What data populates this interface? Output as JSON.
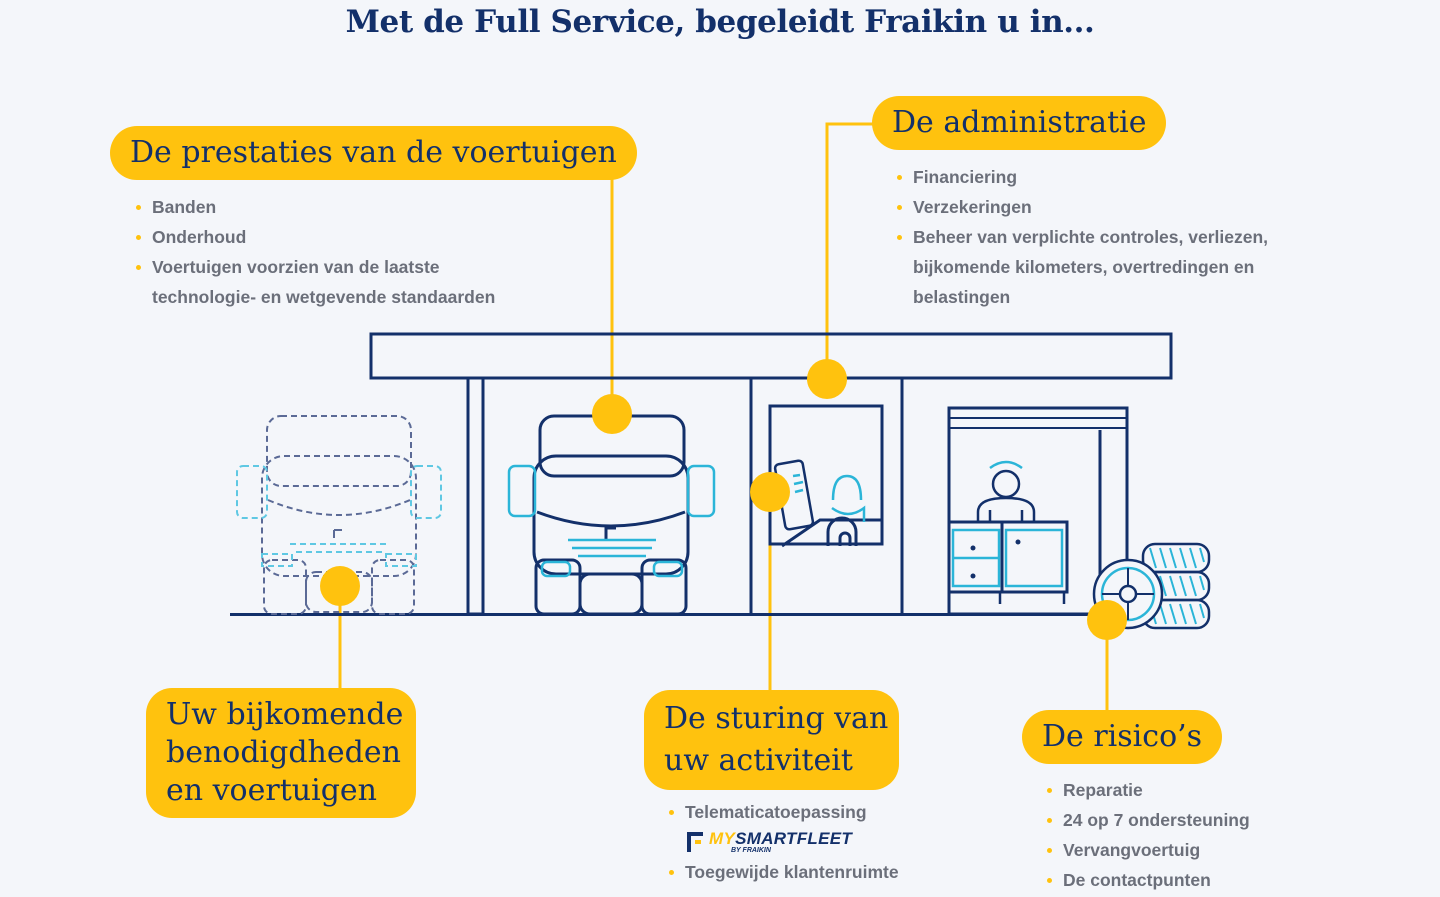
{
  "title": "Met de Full Service, begeleidt Fraikin u in...",
  "colors": {
    "navy": "#13306a",
    "yellow": "#ffc20e",
    "cyan": "#2bb5d8",
    "gray": "#6b6f7a"
  },
  "sections": {
    "prestaties": {
      "title": "De prestaties van de voertuigen",
      "items": [
        "Banden",
        "Onderhoud",
        "Voertuigen voorzien van de laatste technologie- en wetgevende standaarden"
      ]
    },
    "administratie": {
      "title": "De administratie",
      "items": [
        "Financiering",
        "Verzekeringen",
        "Beheer van verplichte controles, verliezen, bijkomende kilometers, overtredingen en belastingen"
      ]
    },
    "bijkomende": {
      "title_lines": [
        "Uw bijkomende",
        "benodigdheden",
        "en voertuigen"
      ]
    },
    "sturing": {
      "title_lines": [
        "De sturing van",
        "uw activiteit"
      ],
      "items": [
        "Telematicatoepassing",
        "Toegewijde klantenruimte"
      ],
      "logo": {
        "brand_a": "MY",
        "brand_b": "SMARTFLEET",
        "sub": "BY FRAIKIN"
      }
    },
    "risicos": {
      "title": "De risico’s",
      "items": [
        "Reparatie",
        "24 op 7 ondersteuning",
        "Vervangvoertuig",
        "De contactpunten"
      ]
    }
  }
}
